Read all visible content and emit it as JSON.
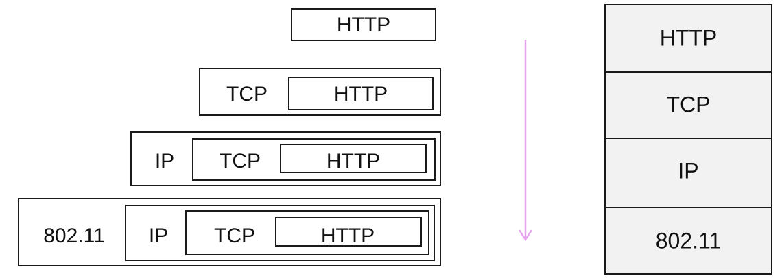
{
  "rows": [
    {
      "layers": [
        "HTTP"
      ]
    },
    {
      "layers": [
        "TCP",
        "HTTP"
      ]
    },
    {
      "layers": [
        "IP",
        "TCP",
        "HTTP"
      ]
    },
    {
      "layers": [
        "802.11",
        "IP",
        "TCP",
        "HTTP"
      ]
    }
  ],
  "stack": {
    "layers": [
      "HTTP",
      "TCP",
      "IP",
      "802.11"
    ]
  },
  "colors": {
    "arrow": "#e6a3ee",
    "stack_fill": "#f2f2f2",
    "border": "#1a1a1a"
  }
}
